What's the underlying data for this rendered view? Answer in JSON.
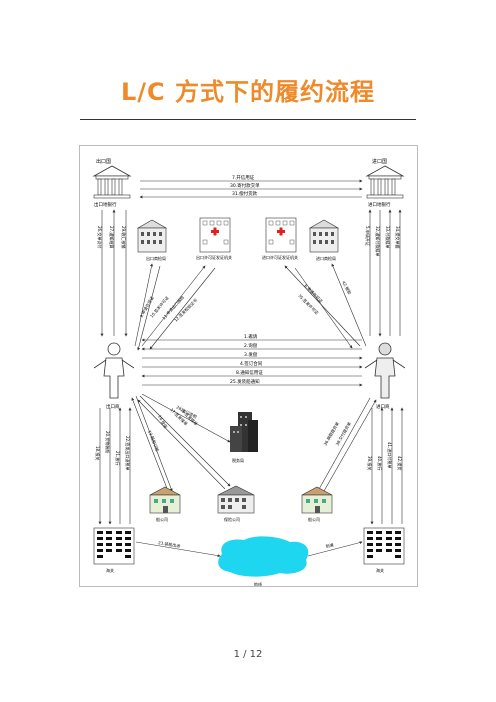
{
  "page": {
    "title": "L/C 方式下的履约流程",
    "page_number": "1 / 12"
  },
  "diagram": {
    "nodes": {
      "exporter_country": "出口国",
      "importer_country": "进口国",
      "exporter_bank": "出口地银行",
      "importer_bank": "进口地银行",
      "exporter": "出口商",
      "importer": "进口商",
      "inspection_left": "出口商检局",
      "export_license": "出口许可证发证机关",
      "import_license": "进口许可证发证机关",
      "inspection_right": "进口商检局",
      "tax_bureau": "税务局",
      "shipping_company_left": "船公司",
      "insurance_company": "保险公司",
      "shipping_company_right": "船公司",
      "customs_left": "海关",
      "customs_right": "海关",
      "transport_route": "航线"
    },
    "labels": {
      "top1": "7.开信用证",
      "top2": "30.寄付款交单",
      "top3": "31.偿付货款",
      "mid1": "1.邀请",
      "mid2": "2.询盘",
      "mid3": "3.发盘",
      "mid4": "4.签订合同",
      "mid5": "8.通知信用证",
      "mid6": "25.发装船通知",
      "ship": "23.装船出运",
      "arrive": "到港",
      "tax": "28.出口退税",
      "leftv_a": "26.交单议付",
      "leftv_b": "27.通知结算",
      "leftv_c": "29.收汇核销",
      "rightv_a": "5.申请开证",
      "rightv_b": "32.通知付款赎单",
      "rightv_c": "33.付款赎单",
      "rightv_d": "34.提交单据",
      "diag_l1": "9.申请许可证",
      "diag_l2": "10.签发许可证",
      "diag_l3": "11.申请出口报检",
      "diag_l4": "12.签发检验证书",
      "diag_r1": "6.申请许可证",
      "diag_r2": "35.签发许可证",
      "diag_r3": "42.报验",
      "low_l1": "13.租船订舱",
      "low_l2": "16.投保",
      "low_l3": "17.签发保单",
      "low_l4": "19.签发提单",
      "low_r1": "36.换取提货单",
      "low_r2": "38.交付提货单",
      "bot_l1": "18.报关",
      "bot_l2": "20.货物装船",
      "bot_l3": "21.放行",
      "bot_l4": "22.签发出口退税单",
      "bot_r1": "39.报关",
      "bot_r2": "40.放行",
      "bot_r3": "41.进口付税单",
      "bot_r4": "42.提货"
    }
  }
}
